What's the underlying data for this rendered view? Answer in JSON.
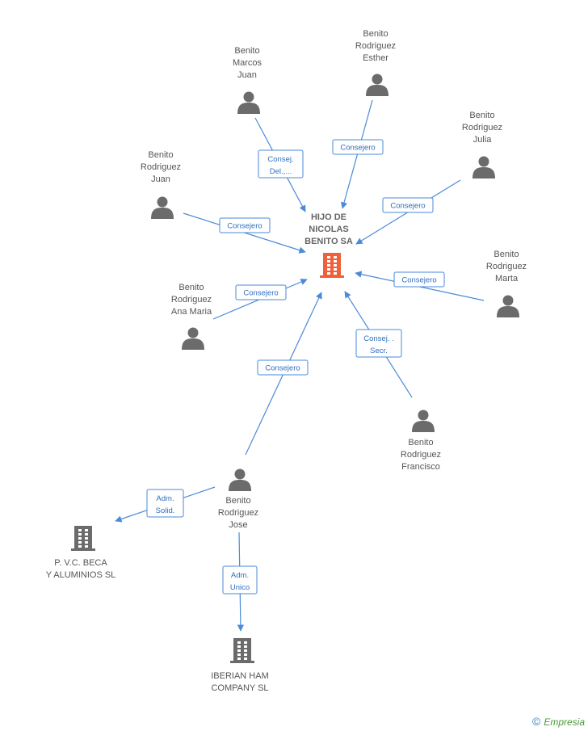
{
  "center": {
    "label_lines": [
      "HIJO DE",
      "NICOLAS",
      "BENITO SA"
    ],
    "icon": "building-icon",
    "color": "#f0603a"
  },
  "people": [
    {
      "id": "marcos",
      "lines": [
        "Benito",
        "Marcos",
        "Juan"
      ],
      "rel": [
        "Consej.",
        "Del.,..."
      ]
    },
    {
      "id": "esther",
      "lines": [
        "Benito",
        "Rodriguez",
        "Esther"
      ],
      "rel": [
        "Consejero"
      ]
    },
    {
      "id": "julia",
      "lines": [
        "Benito",
        "Rodriguez",
        "Julia"
      ],
      "rel": [
        "Consejero"
      ]
    },
    {
      "id": "juan",
      "lines": [
        "Benito",
        "Rodriguez",
        "Juan"
      ],
      "rel": [
        "Consejero"
      ]
    },
    {
      "id": "marta",
      "lines": [
        "Benito",
        "Rodriguez",
        "Marta"
      ],
      "rel": [
        "Consejero"
      ]
    },
    {
      "id": "anamaria",
      "lines": [
        "Benito",
        "Rodriguez",
        "Ana Maria"
      ],
      "rel": [
        "Consejero"
      ]
    },
    {
      "id": "francisco",
      "lines": [
        "Benito",
        "Rodriguez",
        "Francisco"
      ],
      "rel": [
        "Consej. .",
        "Secr."
      ]
    },
    {
      "id": "jose",
      "lines": [
        "Benito",
        "Rodriguez",
        "Jose"
      ],
      "rel": [
        "Consejero"
      ]
    }
  ],
  "companies": [
    {
      "id": "pvc",
      "lines": [
        "P. V.C. BECA",
        "Y ALUMINIOS SL"
      ],
      "rel": [
        "Adm.",
        "Solid."
      ]
    },
    {
      "id": "iberian",
      "lines": [
        "IBERIAN HAM",
        "COMPANY SL"
      ],
      "rel": [
        "Adm.",
        "Unico"
      ]
    }
  ],
  "colors": {
    "edge": "#4a8ad8",
    "icon": "#6b6b6b",
    "label": "#555555"
  },
  "watermark": {
    "symbol": "©",
    "brand": "Empresia"
  }
}
